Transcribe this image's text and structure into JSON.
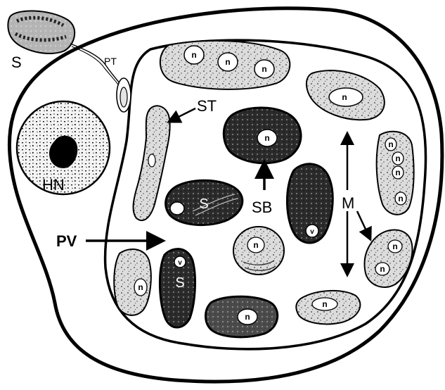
{
  "labels": {
    "sporozoite": "S",
    "polar_tube": "PT",
    "host_nucleus": "HN",
    "sporont": "ST",
    "parasitophorous_vacuole": "PV",
    "sporoblast": "SB",
    "meront": "M"
  },
  "cell_marks": {
    "nucleus": "n",
    "spore": "S",
    "vacuole": "v"
  },
  "colors": {
    "line": "#000000",
    "background": "#ffffff",
    "meront_fill": "#d8d8d8",
    "sporoblast_fill": "#2a2a2a",
    "nucleus_fill": "#ffffff"
  }
}
